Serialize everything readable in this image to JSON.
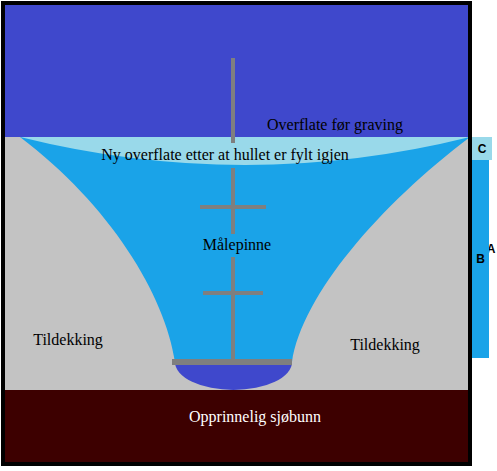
{
  "diagram": {
    "nodes": [
      {
        "text": [
          "C"
        ]
      },
      {
        "text": [
          "B"
        ]
      }
    ],
    "labels": [
      "Overflate før graving",
      "Ny overflate etter at hullet er fylt igjen",
      "Målepinne",
      "Tildekking",
      "Tildekking",
      "Opprinnelig sjøbunn",
      "A"
    ]
  }
}
